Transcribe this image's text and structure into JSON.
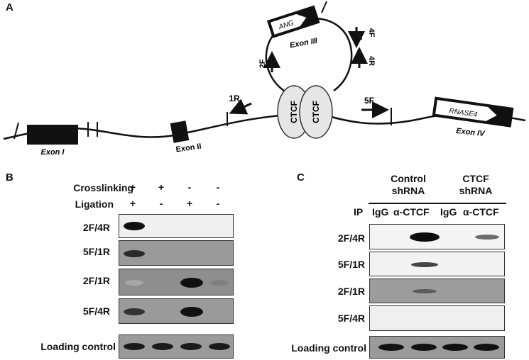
{
  "panels": {
    "a": {
      "letter": "A"
    },
    "b": {
      "letter": "B"
    },
    "c": {
      "letter": "C"
    }
  },
  "diagram": {
    "exon1": "Exon I",
    "exon2": "Exon II",
    "exon3": "Exon III",
    "exon4": "Exon IV",
    "ang": "ANG",
    "rnase4": "RNASE4",
    "ctcf1": "CTCF",
    "ctcf2": "CTCF",
    "primer_2f": "2F",
    "primer_4f": "4F",
    "primer_4r": "4R",
    "primer_1r": "1R",
    "primer_5f": "5F"
  },
  "panel_b": {
    "crosslinking_label": "Crosslinking",
    "ligation_label": "Ligation",
    "crosslinking": [
      "+",
      "+",
      "-",
      "-"
    ],
    "ligation": [
      "+",
      "-",
      "+",
      "-"
    ],
    "rows": [
      "2F/4R",
      "5F/1R",
      "2F/1R",
      "5F/4R",
      "Loading control"
    ]
  },
  "panel_c": {
    "group1": "Control\nshRNA",
    "group2": "CTCF\nshRNA",
    "ip_label": "IP",
    "lanes": [
      "IgG",
      "α-CTCF",
      "IgG",
      "α-CTCF"
    ],
    "rows": [
      "2F/4R",
      "5F/1R",
      "2F/1R",
      "5F/4R",
      "Loading control"
    ]
  },
  "colors": {
    "gel_bg_light": "#f2f2f2",
    "gel_bg_dark": "#8a8a8a",
    "band_dark": "#111111",
    "ctcf_fill": "#e6e6e6"
  }
}
